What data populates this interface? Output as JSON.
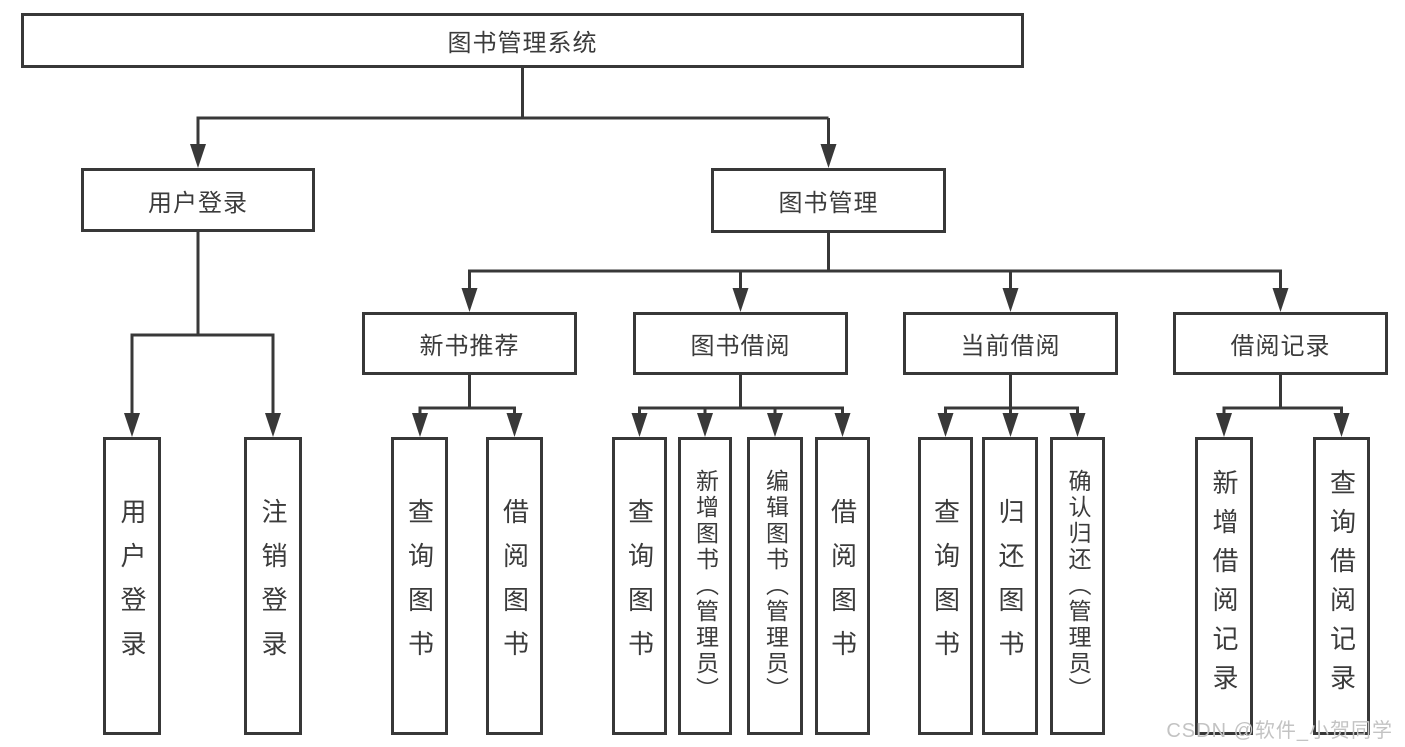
{
  "diagram": {
    "nodes": {
      "root": "图书管理系统",
      "user_login": "用户登录",
      "book_mgmt": "图书管理",
      "new_book_rec": "新书推荐",
      "book_borrow": "图书借阅",
      "current_borrow": "当前借阅",
      "borrow_records": "借阅记录"
    },
    "leaves": [
      "用户登录",
      "注销登录",
      "查询图书",
      "借阅图书",
      "查询图书",
      "新增图书（管理员）",
      "编辑图书（管理员）",
      "借阅图书",
      "查询图书",
      "归还图书",
      "确认归还（管理员）",
      "新增借阅记录",
      "查询借阅记录"
    ]
  },
  "watermark": "CSDN @软件_小贺同学",
  "colors": {
    "line": "#383838",
    "box_border": "#383838",
    "text": "#3b3b3b",
    "watermark": "#c3c3c3",
    "background": "#ffffff"
  }
}
